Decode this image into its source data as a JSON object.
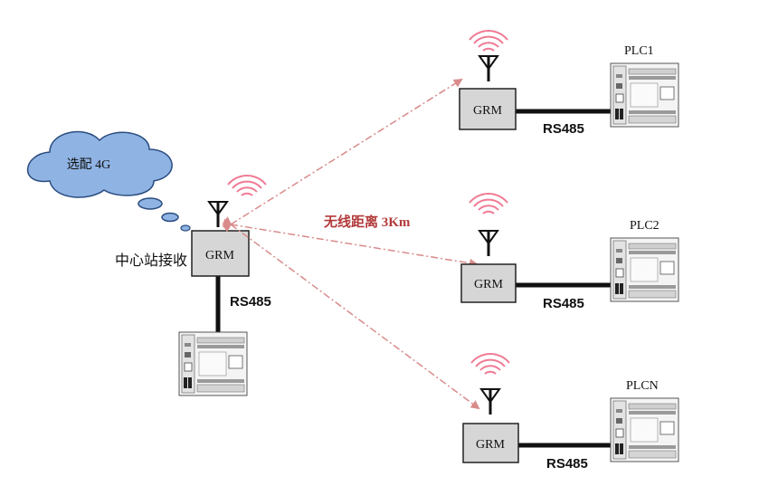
{
  "cloud": {
    "label": "选配 4G"
  },
  "center": {
    "label": "中心站接收",
    "module": "GRM",
    "bus": "RS485"
  },
  "distance": {
    "label": "无线距离 3Km"
  },
  "remotes": [
    {
      "plc": "PLC1",
      "module": "GRM",
      "bus": "RS485"
    },
    {
      "plc": "PLC2",
      "module": "GRM",
      "bus": "RS485"
    },
    {
      "plc": "PLCN",
      "module": "GRM",
      "bus": "RS485"
    }
  ],
  "colors": {
    "wave": "#f07a94",
    "link": "#d98b8b",
    "module_fill": "#d6d6d6",
    "cloud_fill": "#8fb3e3",
    "distance_text": "#b23a3a"
  }
}
